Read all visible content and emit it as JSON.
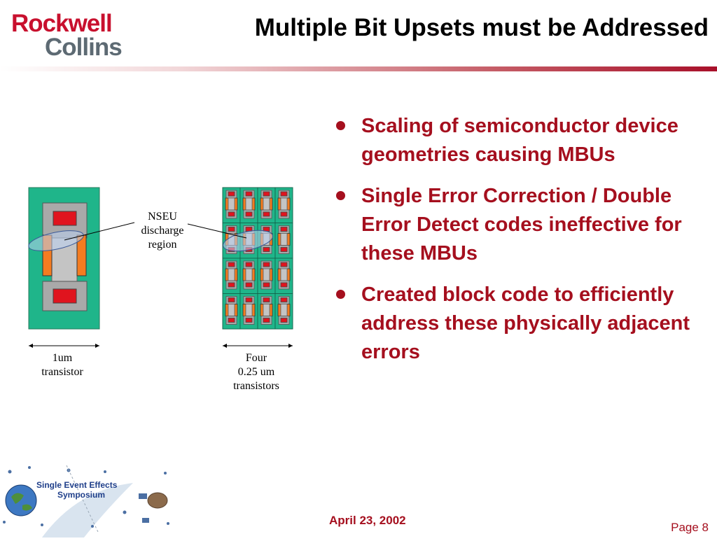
{
  "header": {
    "logo_line1": "Rockwell",
    "logo_line2": "Collins",
    "title": "Multiple Bit Upsets must be Addressed"
  },
  "bullets": [
    "Scaling of semiconductor device geometries causing MBUs",
    "Single Error Correction / Double Error Detect codes ineffective for these MBUs",
    "Created block code to efficiently address these physically adjacent errors"
  ],
  "diagram": {
    "nseu_label": [
      "NSEU",
      "discharge",
      "region"
    ],
    "left_caption": [
      "1um",
      "transistor"
    ],
    "right_caption": [
      "Four",
      "0.25 um",
      "transistors"
    ]
  },
  "footer": {
    "ses_logo_line1": "Single Event Effects",
    "ses_logo_line2": "Symposium",
    "date": "April 23, 2002",
    "page": "Page 8"
  },
  "colors": {
    "accent_red": "#a50f1e",
    "transistor_green": "#1fb58a",
    "gray": "#a9a9a9",
    "orange": "#f47c20",
    "red": "#e0141e"
  }
}
